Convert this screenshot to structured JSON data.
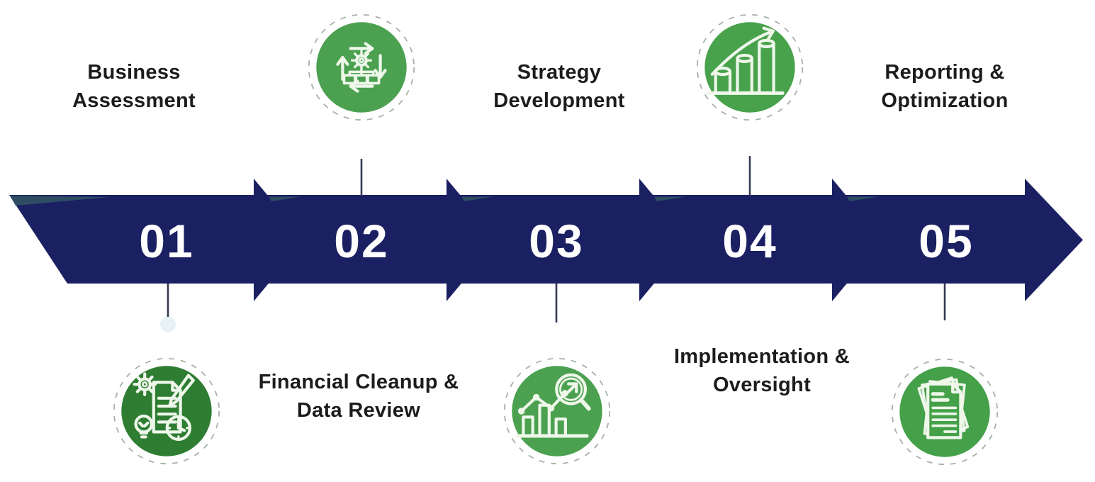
{
  "diagram": {
    "type": "process-timeline-arrow",
    "background_color": "#ffffff",
    "band": {
      "color": "#1b2062",
      "fold_color": "#2e4d63",
      "number_color": "#ffffff"
    },
    "connector_color": "#343a52",
    "dot_color": "#e8f2f6",
    "ring_color": "#a6b2a7",
    "icon_line_color": "#eef7ea",
    "label_color": "#1d1c1a",
    "steps": [
      {
        "number": "01",
        "label_line1": "Business",
        "label_line2": "Assessment",
        "icon": "assessment-icon",
        "icon_color": "#2e7d32",
        "label_position": "top",
        "icon_position": "bottom"
      },
      {
        "number": "02",
        "label_line1": "Financial Cleanup &",
        "label_line2": "Data Review",
        "icon": "process-cycle-icon",
        "icon_color": "#4ba150",
        "label_position": "bottom",
        "icon_position": "top"
      },
      {
        "number": "03",
        "label_line1": "Strategy",
        "label_line2": "Development",
        "icon": "chart-analysis-icon",
        "icon_color": "#4ba150",
        "label_position": "top",
        "icon_position": "bottom"
      },
      {
        "number": "04",
        "label_line1": "Implementation &",
        "label_line2": "Oversight",
        "icon": "bar-growth-icon",
        "icon_color": "#48a24c",
        "label_position": "bottom",
        "icon_position": "top"
      },
      {
        "number": "05",
        "label_line1": "Reporting &",
        "label_line2": "Optimization",
        "icon": "documents-icon",
        "icon_color": "#44a049",
        "label_position": "top",
        "icon_position": "bottom"
      }
    ]
  }
}
